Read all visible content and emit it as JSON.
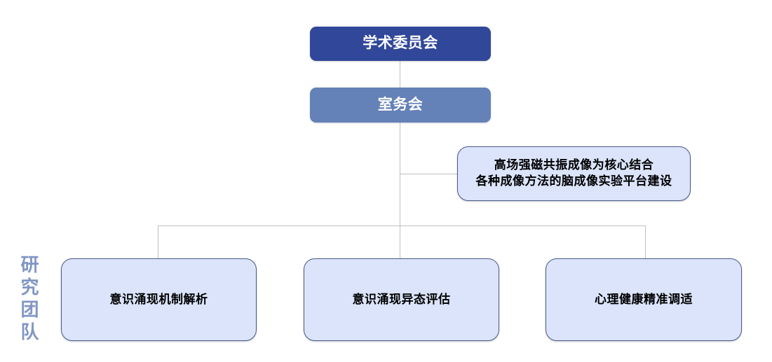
{
  "diagram": {
    "type": "organizational-chart",
    "background_color": "#FFFFFF",
    "connector_color": "#BFBFBF",
    "side_label": "研究团队",
    "side_label_color": "#8096C4",
    "nodes": {
      "academic_committee": {
        "label": "学术委员会",
        "fill": "#31479A",
        "text_color": "#FFFFFF",
        "level": 1
      },
      "office_meeting": {
        "label": "室务会",
        "fill": "#6481B8",
        "text_color": "#FFFFFF",
        "level": 2
      },
      "platform": {
        "label": "高场强磁共振成像为核心结合\n各种成像方法的脑成像实验平台建设",
        "line1": "高场强磁共振成像为核心结合",
        "line2": "各种成像方法的脑成像实验平台建设",
        "fill": "#DBE4FA",
        "text_color": "#000000",
        "border": "#4A5B90",
        "level": 3
      },
      "team_1": {
        "label": "意识涌现机制解析",
        "fill": "#DBE4FA",
        "text_color": "#000000",
        "border": "#4A5B90",
        "level": 4
      },
      "team_2": {
        "label": "意识涌现异态评估",
        "fill": "#DBE4FA",
        "text_color": "#000000",
        "border": "#4A5B90",
        "level": 4
      },
      "team_3": {
        "label": "心理健康精准调适",
        "fill": "#DBE4FA",
        "text_color": "#000000",
        "border": "#4A5B90",
        "level": 4
      }
    }
  }
}
